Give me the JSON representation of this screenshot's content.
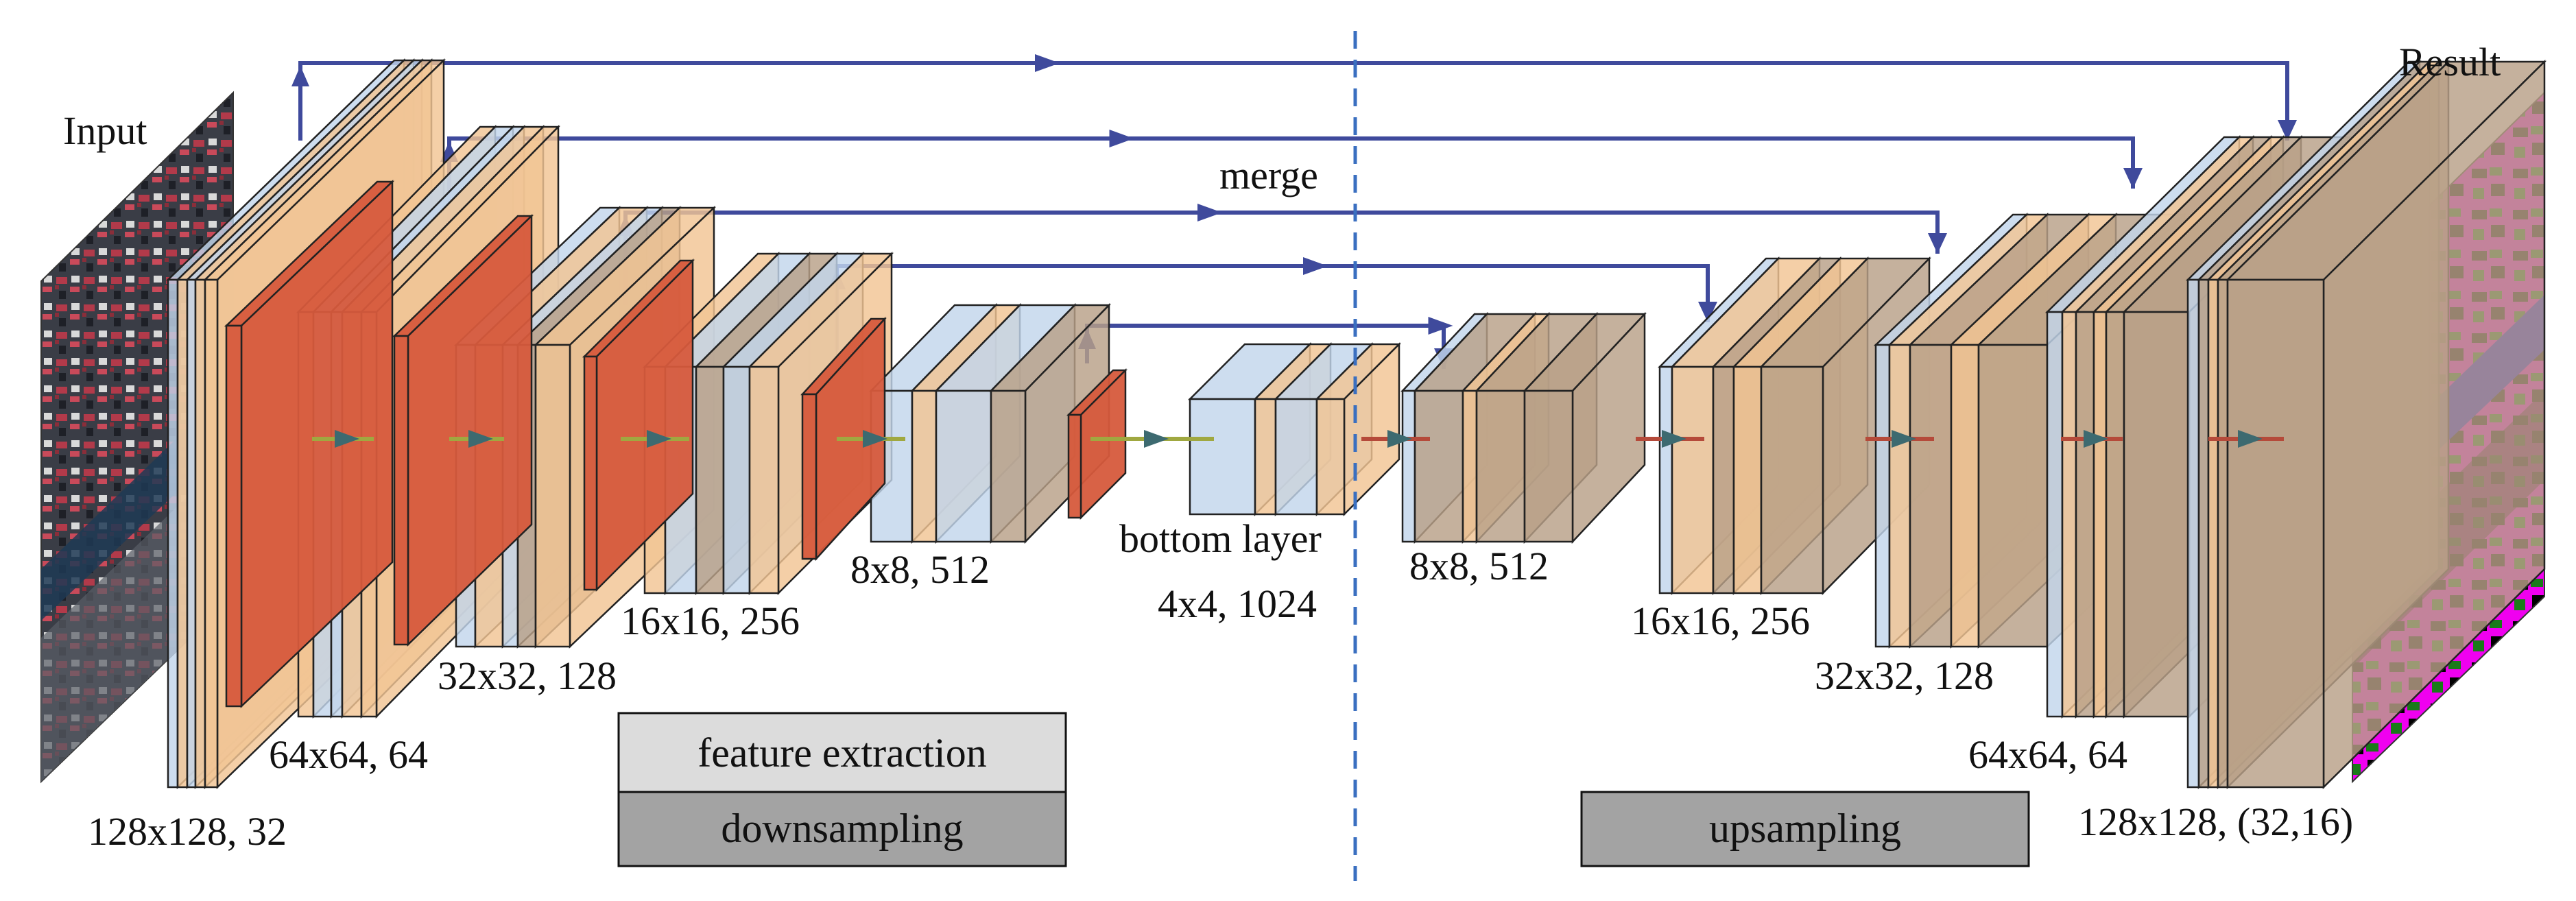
{
  "labels": {
    "input": "Input",
    "result": "Result",
    "merge": "merge",
    "bottom_layer": "bottom layer",
    "dim_128_32": "128x128, 32",
    "dim_64_64_left": "64x64, 64",
    "dim_32_128_left": "32x32, 128",
    "dim_16_256_left": "16x16, 256",
    "dim_8_512_left": "8x8, 512",
    "dim_4_1024": "4x4, 1024",
    "dim_8_512_right": "8x8, 512",
    "dim_16_256_right": "16x16, 256",
    "dim_32_128_right": "32x32, 128",
    "dim_64_64_right": "64x64, 64",
    "dim_128_result": "128x128, (32,16)"
  },
  "boxes": {
    "feature_extraction": "feature extraction",
    "downsampling": "downsampling",
    "upsampling": "upsampling"
  },
  "colors": {
    "blue_slab": "#c2d5ec",
    "orange_slab": "#f1c594",
    "red_slab": "#d65a3c",
    "brown_slab": "#b8a088",
    "arrow": "#3f4a9c",
    "divider": "#3a6fc0",
    "box_light": "#dcdcdc",
    "box_dark": "#a3a3a3"
  }
}
